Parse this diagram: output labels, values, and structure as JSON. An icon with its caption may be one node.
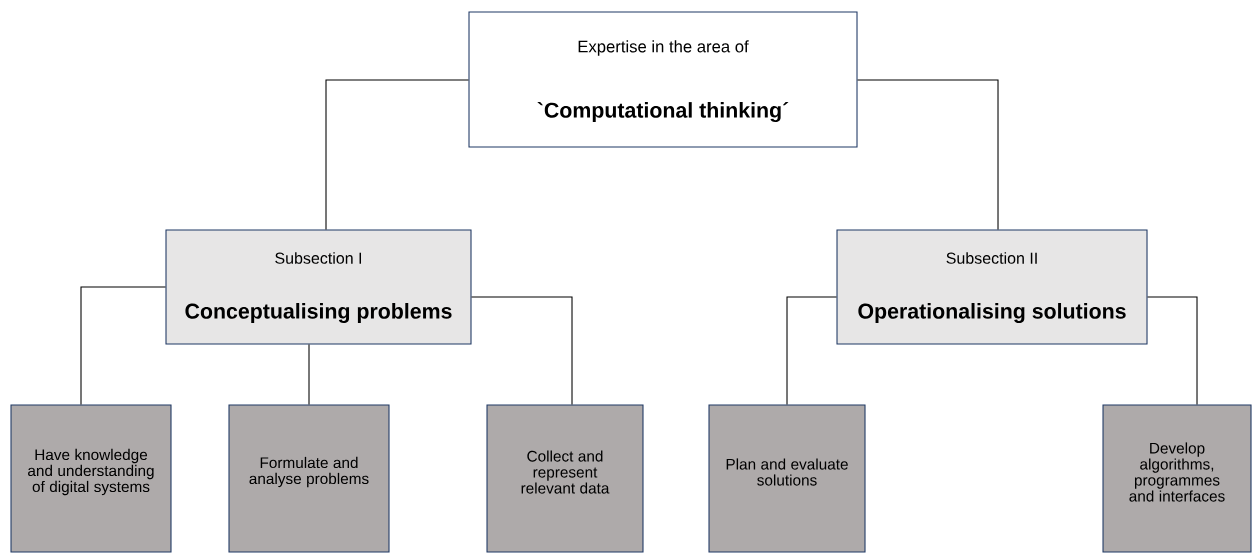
{
  "diagram": {
    "nodes": [
      {
        "text": [
          "Expertise in the area of",
          "`Computational thinking´"
        ]
      },
      {
        "text": [
          "Subsection I",
          "Conceptualising problems"
        ]
      },
      {
        "text": [
          "Subsection II",
          "Operationalising solutions"
        ]
      },
      {
        "text": [
          "Have knowledge and understanding of digital systems"
        ]
      },
      {
        "text": [
          "Formulate and analyse problems"
        ]
      },
      {
        "text": [
          "Collect and represent relevant data"
        ]
      },
      {
        "text": [
          "Plan and evaluate solutions"
        ]
      },
      {
        "text": [
          "Develop algorithms, programmes and interfaces"
        ]
      }
    ],
    "edges": [
      {
        "from": 0,
        "to": 1,
        "arrow": "none"
      },
      {
        "from": 0,
        "to": 2,
        "arrow": "none"
      },
      {
        "from": 1,
        "to": 3,
        "arrow": "none"
      },
      {
        "from": 1,
        "to": 4,
        "arrow": "none"
      },
      {
        "from": 1,
        "to": 5,
        "arrow": "none"
      },
      {
        "from": 2,
        "to": 6,
        "arrow": "none"
      },
      {
        "from": 2,
        "to": 7,
        "arrow": "none"
      }
    ]
  }
}
